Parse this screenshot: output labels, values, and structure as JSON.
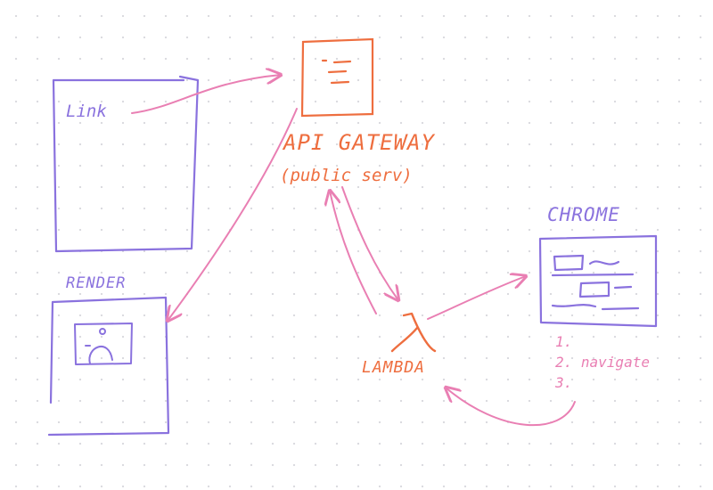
{
  "colors": {
    "purple": "#8a72de",
    "orange": "#ee6e3f",
    "pink": "#e97fb3"
  },
  "labels": {
    "link": "Link",
    "api_gateway": "API GATEWAY",
    "public_serv": "(public serv)",
    "chrome": "CHROME",
    "render": "RENDER",
    "lambda": "LAMBDA",
    "lambda_symbol": "λ"
  },
  "steps": [
    "1.",
    "2. navigate",
    "3."
  ],
  "icons": [
    "gateway-box-icon",
    "chrome-browser-icon",
    "render-image-icon",
    "lambda-icon"
  ]
}
